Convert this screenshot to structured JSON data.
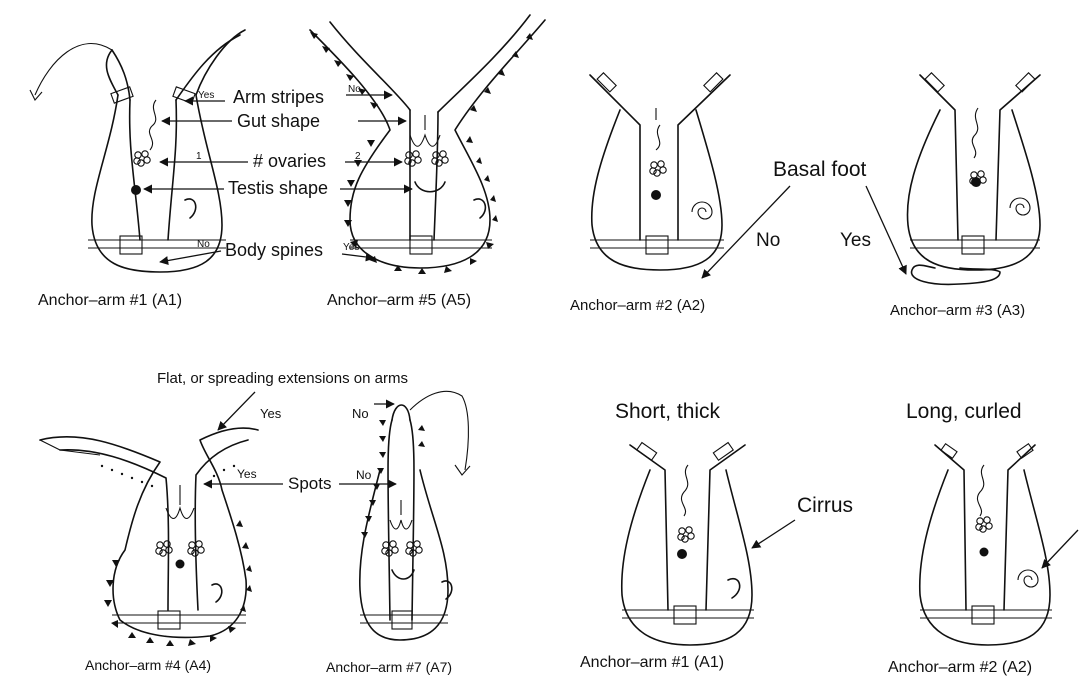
{
  "labels": {
    "arm_stripes": "Arm stripes",
    "gut_shape": "Gut shape",
    "ovaries": "# ovaries",
    "testis_shape": "Testis shape",
    "body_spines": "Body spines",
    "basal_foot": "Basal foot",
    "no": "No",
    "yes": "Yes",
    "flat_extensions": "Flat, or spreading extensions on arms",
    "spots": "Spots",
    "short_thick": "Short, thick",
    "long_curled": "Long, curled",
    "cirrus": "Cirrus",
    "one": "1",
    "two": "2"
  },
  "captions": {
    "a1_top": "Anchor–arm #1 (A1)",
    "a5": "Anchor–arm #5 (A5)",
    "a2_top": "Anchor–arm #2 (A2)",
    "a3": "Anchor–arm #3 (A3)",
    "a4": "Anchor–arm #4 (A4)",
    "a7": "Anchor–arm #7 (A7)",
    "a1_bottom": "Anchor–arm #1 (A1)",
    "a2_bottom": "Anchor–arm #2 (A2)"
  }
}
